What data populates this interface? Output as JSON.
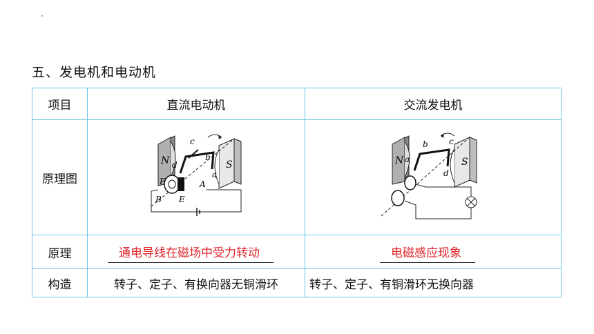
{
  "section_title": "五、发电机和电动机",
  "table": {
    "headers": [
      "项目",
      "直流电动机",
      "交流发电机"
    ],
    "rows": {
      "diagram_label": "原理图",
      "principle_label": "原理",
      "construction_label": "构造"
    },
    "dc_motor": {
      "principle": "通电导线在磁场中受力转动",
      "construction": "转子、定子、有换向器无铜滑环",
      "diagram_labels": {
        "N": "N",
        "S": "S",
        "a": "a",
        "b": "b",
        "c": "c",
        "d": "d",
        "F": "F",
        "E": "E",
        "A": "A",
        "B": "B"
      }
    },
    "ac_generator": {
      "principle": "电磁感应现象",
      "construction": "转子、定子、有铜滑环无换向器",
      "diagram_labels": {
        "N": "N",
        "S": "S",
        "a": "a",
        "b": "b",
        "c": "c",
        "d": "d"
      }
    }
  }
}
